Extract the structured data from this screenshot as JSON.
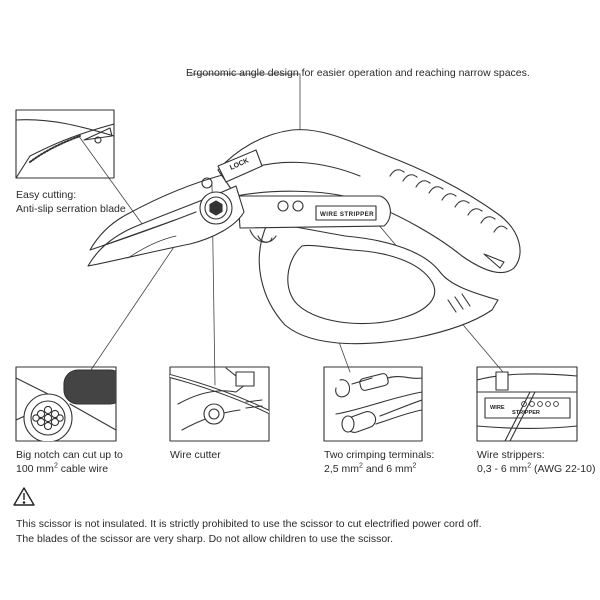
{
  "callouts": {
    "ergonomic": "Ergonomic angle design for easier operation and reaching narrow spaces.",
    "easy_cutting_title": "Easy cutting:",
    "easy_cutting_desc": "Anti-slip serration blade",
    "notch_line1": "Big notch can cut up to",
    "notch_line2_pre": "100 mm",
    "notch_line2_sup": "2",
    "notch_line2_post": " cable wire",
    "wire_cutter": "Wire cutter",
    "crimp_line1": "Two crimping terminals:",
    "crimp_line2_pre": "2,5 mm",
    "crimp_line2_sup1": "2",
    "crimp_line2_mid": " and 6 mm",
    "crimp_line2_sup2": "2",
    "stripper_line1": "Wire strippers:",
    "stripper_line2_pre": "0,3 - 6 mm",
    "stripper_line2_sup": "2",
    "stripper_line2_post": " (AWG 22-10)"
  },
  "tool_text": {
    "lock": "LOCK",
    "wire_stripper": "WIRE STRIPPER",
    "inset_wire": "WIRE",
    "inset_stripper": "STRIPPER"
  },
  "warning": {
    "icon": "warning-triangle-icon",
    "line1": "This scissor is not insulated. It is strictly prohibited to use the scissor to cut electrified power cord off.",
    "line2": "The blades of the scissor are very sharp. Do not allow children to use the scissor."
  }
}
